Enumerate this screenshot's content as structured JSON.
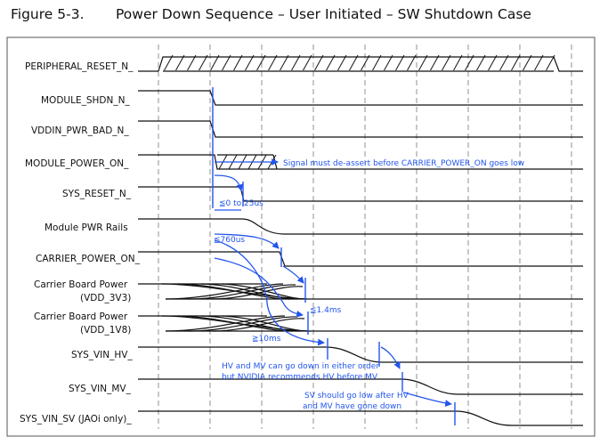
{
  "figure": {
    "number": "Figure 5-3.",
    "title": "Power Down Sequence – User Initiated – SW Shutdown Case"
  },
  "signals": [
    "PERIPHERAL_RESET_N_",
    "MODULE_SHDN_N_",
    "VDDIN_PWR_BAD_N_",
    "MODULE_POWER_ON_",
    "SYS_RESET_N_",
    "Module PWR Rails",
    "CARRIER_POWER_ON_",
    "Carrier Board Power",
    "(VDD_3V3)",
    "Carrier Board Power",
    "(VDD_1V8)",
    "SYS_VIN_HV_",
    "SYS_VIN_MV_",
    "SYS_VIN_SV (JAOi only)_"
  ],
  "annotations": {
    "deassert": "Signal must de-assert before CARRIER_POWER_ON goes low",
    "t_0_25us": "≦0 to 25us",
    "t_760us": "≦760us",
    "t_1_4ms": "≦1.4ms",
    "t_10ms": "≧10ms",
    "hv_mv_1": "HV and MV can go down in either order",
    "hv_mv_2": "but NVIDIA recommends HV before MV",
    "sv_1": "SV should go low after HV",
    "sv_2": "and MV have gone down"
  },
  "colors": {
    "signal": "#111111",
    "annotation": "#2255ee",
    "grid": "#777777"
  }
}
